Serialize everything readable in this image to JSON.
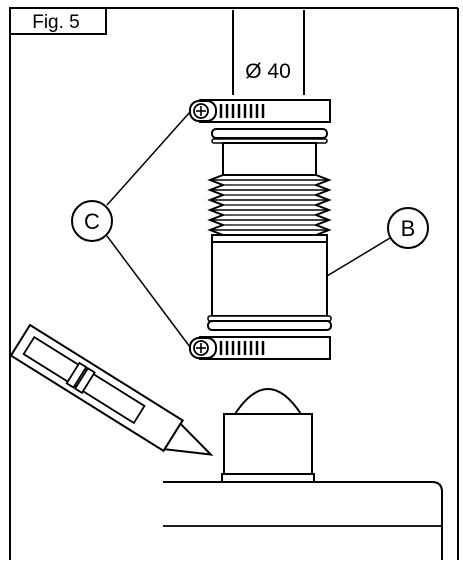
{
  "figure_label": "Fig. 5",
  "pipe_diameter_label": "Ø 40",
  "callouts": {
    "c": "C",
    "b": "B"
  },
  "icons": {
    "clamp_top": "hose-clamp-icon",
    "clamp_bottom": "hose-clamp-icon",
    "knife": "utility-knife-icon"
  }
}
